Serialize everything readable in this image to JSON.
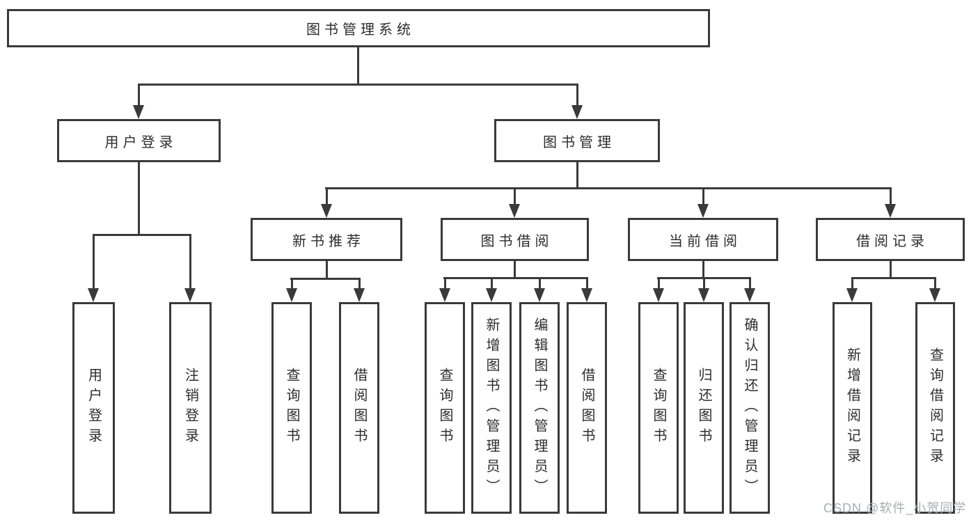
{
  "diagram": {
    "watermark": "CSDN @软件_小贺同学",
    "colors": {
      "line": "#3a3a3a",
      "text": "#2d2d2d",
      "background": "#ffffff",
      "watermark": "#a9adb4"
    },
    "nodes": {
      "root": "图书管理系统",
      "user_login": "用户登录",
      "book_mgmt": "图书管理",
      "new_book_rec": "新书推荐",
      "book_borrow": "图书借阅",
      "current_borrow": "当前借阅",
      "borrow_records": "借阅记录",
      "leaf_user_login": "用户登录",
      "leaf_logout": "注销登录",
      "leaf_query_book_a": "查询图书",
      "leaf_borrow_book_a": "借阅图书",
      "leaf_query_book_b": "查询图书",
      "leaf_add_book": "新增图书（管理员）",
      "leaf_edit_book": "编辑图书（管理员）",
      "leaf_borrow_book_b": "借阅图书",
      "leaf_query_book_c": "查询图书",
      "leaf_return_book": "归还图书",
      "leaf_confirm_return": "确认归还（管理员）",
      "leaf_add_record": "新增借阅记录",
      "leaf_query_record": "查询借阅记录"
    },
    "hierarchy": {
      "图书管理系统": {
        "用户登录": [
          "用户登录",
          "注销登录"
        ],
        "图书管理": {
          "新书推荐": [
            "查询图书",
            "借阅图书"
          ],
          "图书借阅": [
            "查询图书",
            "新增图书（管理员）",
            "编辑图书（管理员）",
            "借阅图书"
          ],
          "当前借阅": [
            "查询图书",
            "归还图书",
            "确认归还（管理员）"
          ],
          "借阅记录": [
            "新增借阅记录",
            "查询借阅记录"
          ]
        }
      }
    }
  }
}
